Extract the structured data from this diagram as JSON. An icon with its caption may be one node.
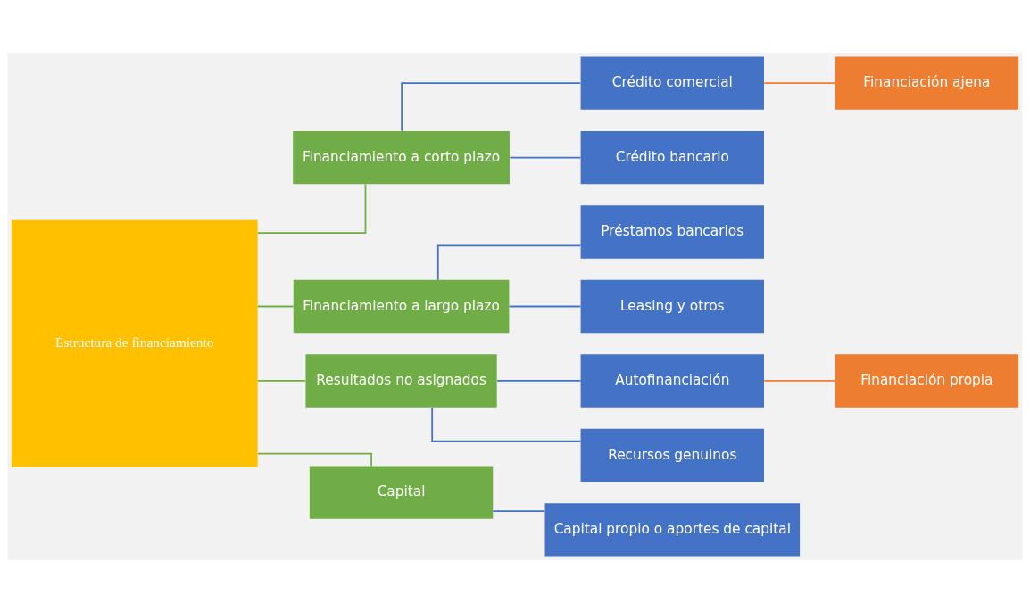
{
  "diagram": {
    "nodes": [
      {
        "text": [
          "Estructura de financiamiento"
        ]
      },
      {
        "text": [
          "Financiamiento a corto plazo"
        ]
      },
      {
        "text": [
          "Crédito comercial"
        ]
      },
      {
        "text": [
          "Financiación ajena"
        ]
      },
      {
        "text": [
          "Crédito bancario"
        ]
      },
      {
        "text": [
          "Financiamiento a largo plazo"
        ]
      },
      {
        "text": [
          "Préstamos bancarios"
        ]
      },
      {
        "text": [
          "Leasing y otros"
        ]
      },
      {
        "text": [
          "Resultados no asignados"
        ]
      },
      {
        "text": [
          "Autofinanciación"
        ]
      },
      {
        "text": [
          "Financiación propia"
        ]
      },
      {
        "text": [
          "Recursos genuinos"
        ]
      },
      {
        "text": [
          "Capital"
        ]
      },
      {
        "text": [
          "Capital propio o aportes de capital"
        ]
      }
    ],
    "edges": [
      {
        "from": 0,
        "to": 1,
        "arrow": "none",
        "color": "#70ad47"
      },
      {
        "from": 0,
        "to": 5,
        "arrow": "none",
        "color": "#70ad47"
      },
      {
        "from": 0,
        "to": 8,
        "arrow": "none",
        "color": "#70ad47"
      },
      {
        "from": 0,
        "to": 12,
        "arrow": "none",
        "color": "#70ad47"
      },
      {
        "from": 1,
        "to": 2,
        "arrow": "none"
      },
      {
        "from": 1,
        "to": 4,
        "arrow": "none"
      },
      {
        "from": 2,
        "to": 3,
        "arrow": "none",
        "color": "#ed7d31"
      },
      {
        "from": 5,
        "to": 6,
        "arrow": "none"
      },
      {
        "from": 5,
        "to": 7,
        "arrow": "none"
      },
      {
        "from": 8,
        "to": 9,
        "arrow": "none"
      },
      {
        "from": 8,
        "to": 11,
        "arrow": "none"
      },
      {
        "from": 9,
        "to": 10,
        "arrow": "none",
        "color": "#ed7d31"
      },
      {
        "from": 12,
        "to": 13,
        "arrow": "none"
      }
    ]
  }
}
